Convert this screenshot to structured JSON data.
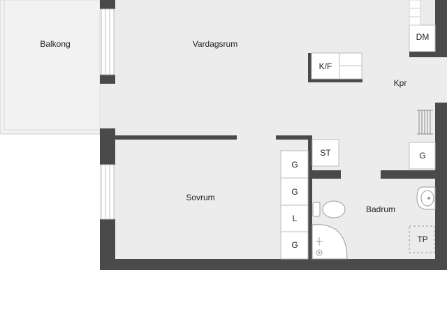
{
  "rooms": {
    "balkong": "Balkong",
    "vardagsrum": "Vardagsrum",
    "kpr": "Kpr",
    "sovrum": "Sovrum",
    "badrum": "Badrum"
  },
  "fixtures": {
    "dm": "DM",
    "kf": "K/F",
    "st": "ST",
    "g_hall": "G",
    "wardrobes": [
      "G",
      "G",
      "L",
      "G"
    ],
    "tp": "TP"
  },
  "colors": {
    "wall": "#4a4a4a",
    "floor": "#ececec",
    "balcony_floor": "#f2f2f2",
    "fixture_fill": "#ffffff",
    "line": "#bdbdbd",
    "text": "#222222"
  }
}
